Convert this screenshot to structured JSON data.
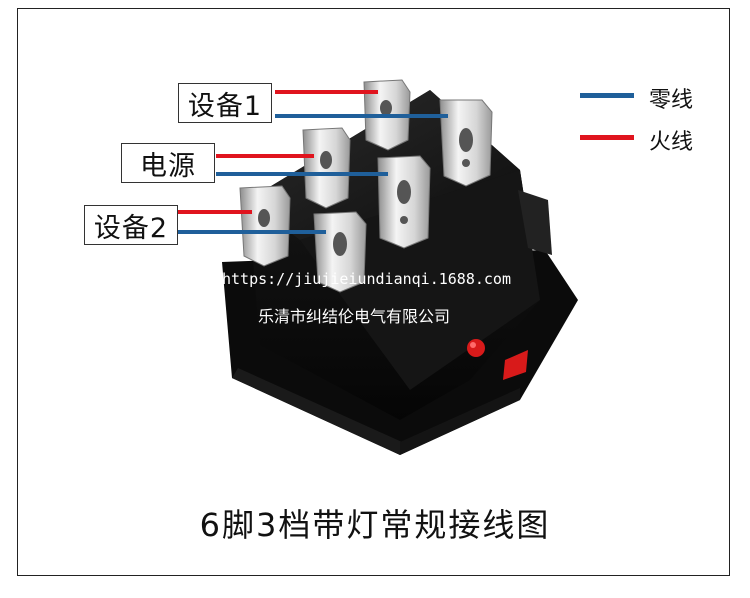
{
  "labels": {
    "device1": "设备1",
    "power": "电源",
    "device2": "设备2"
  },
  "legend": {
    "neutral": {
      "label": "零线",
      "color": "#1f5f9a"
    },
    "live": {
      "label": "火线",
      "color": "#e0141e"
    }
  },
  "watermark": {
    "url": "https://jiujieiundianqi.1688.com",
    "company": "乐清市纠结伦电气有限公司"
  },
  "caption": "6脚3档带灯常规接线图"
}
